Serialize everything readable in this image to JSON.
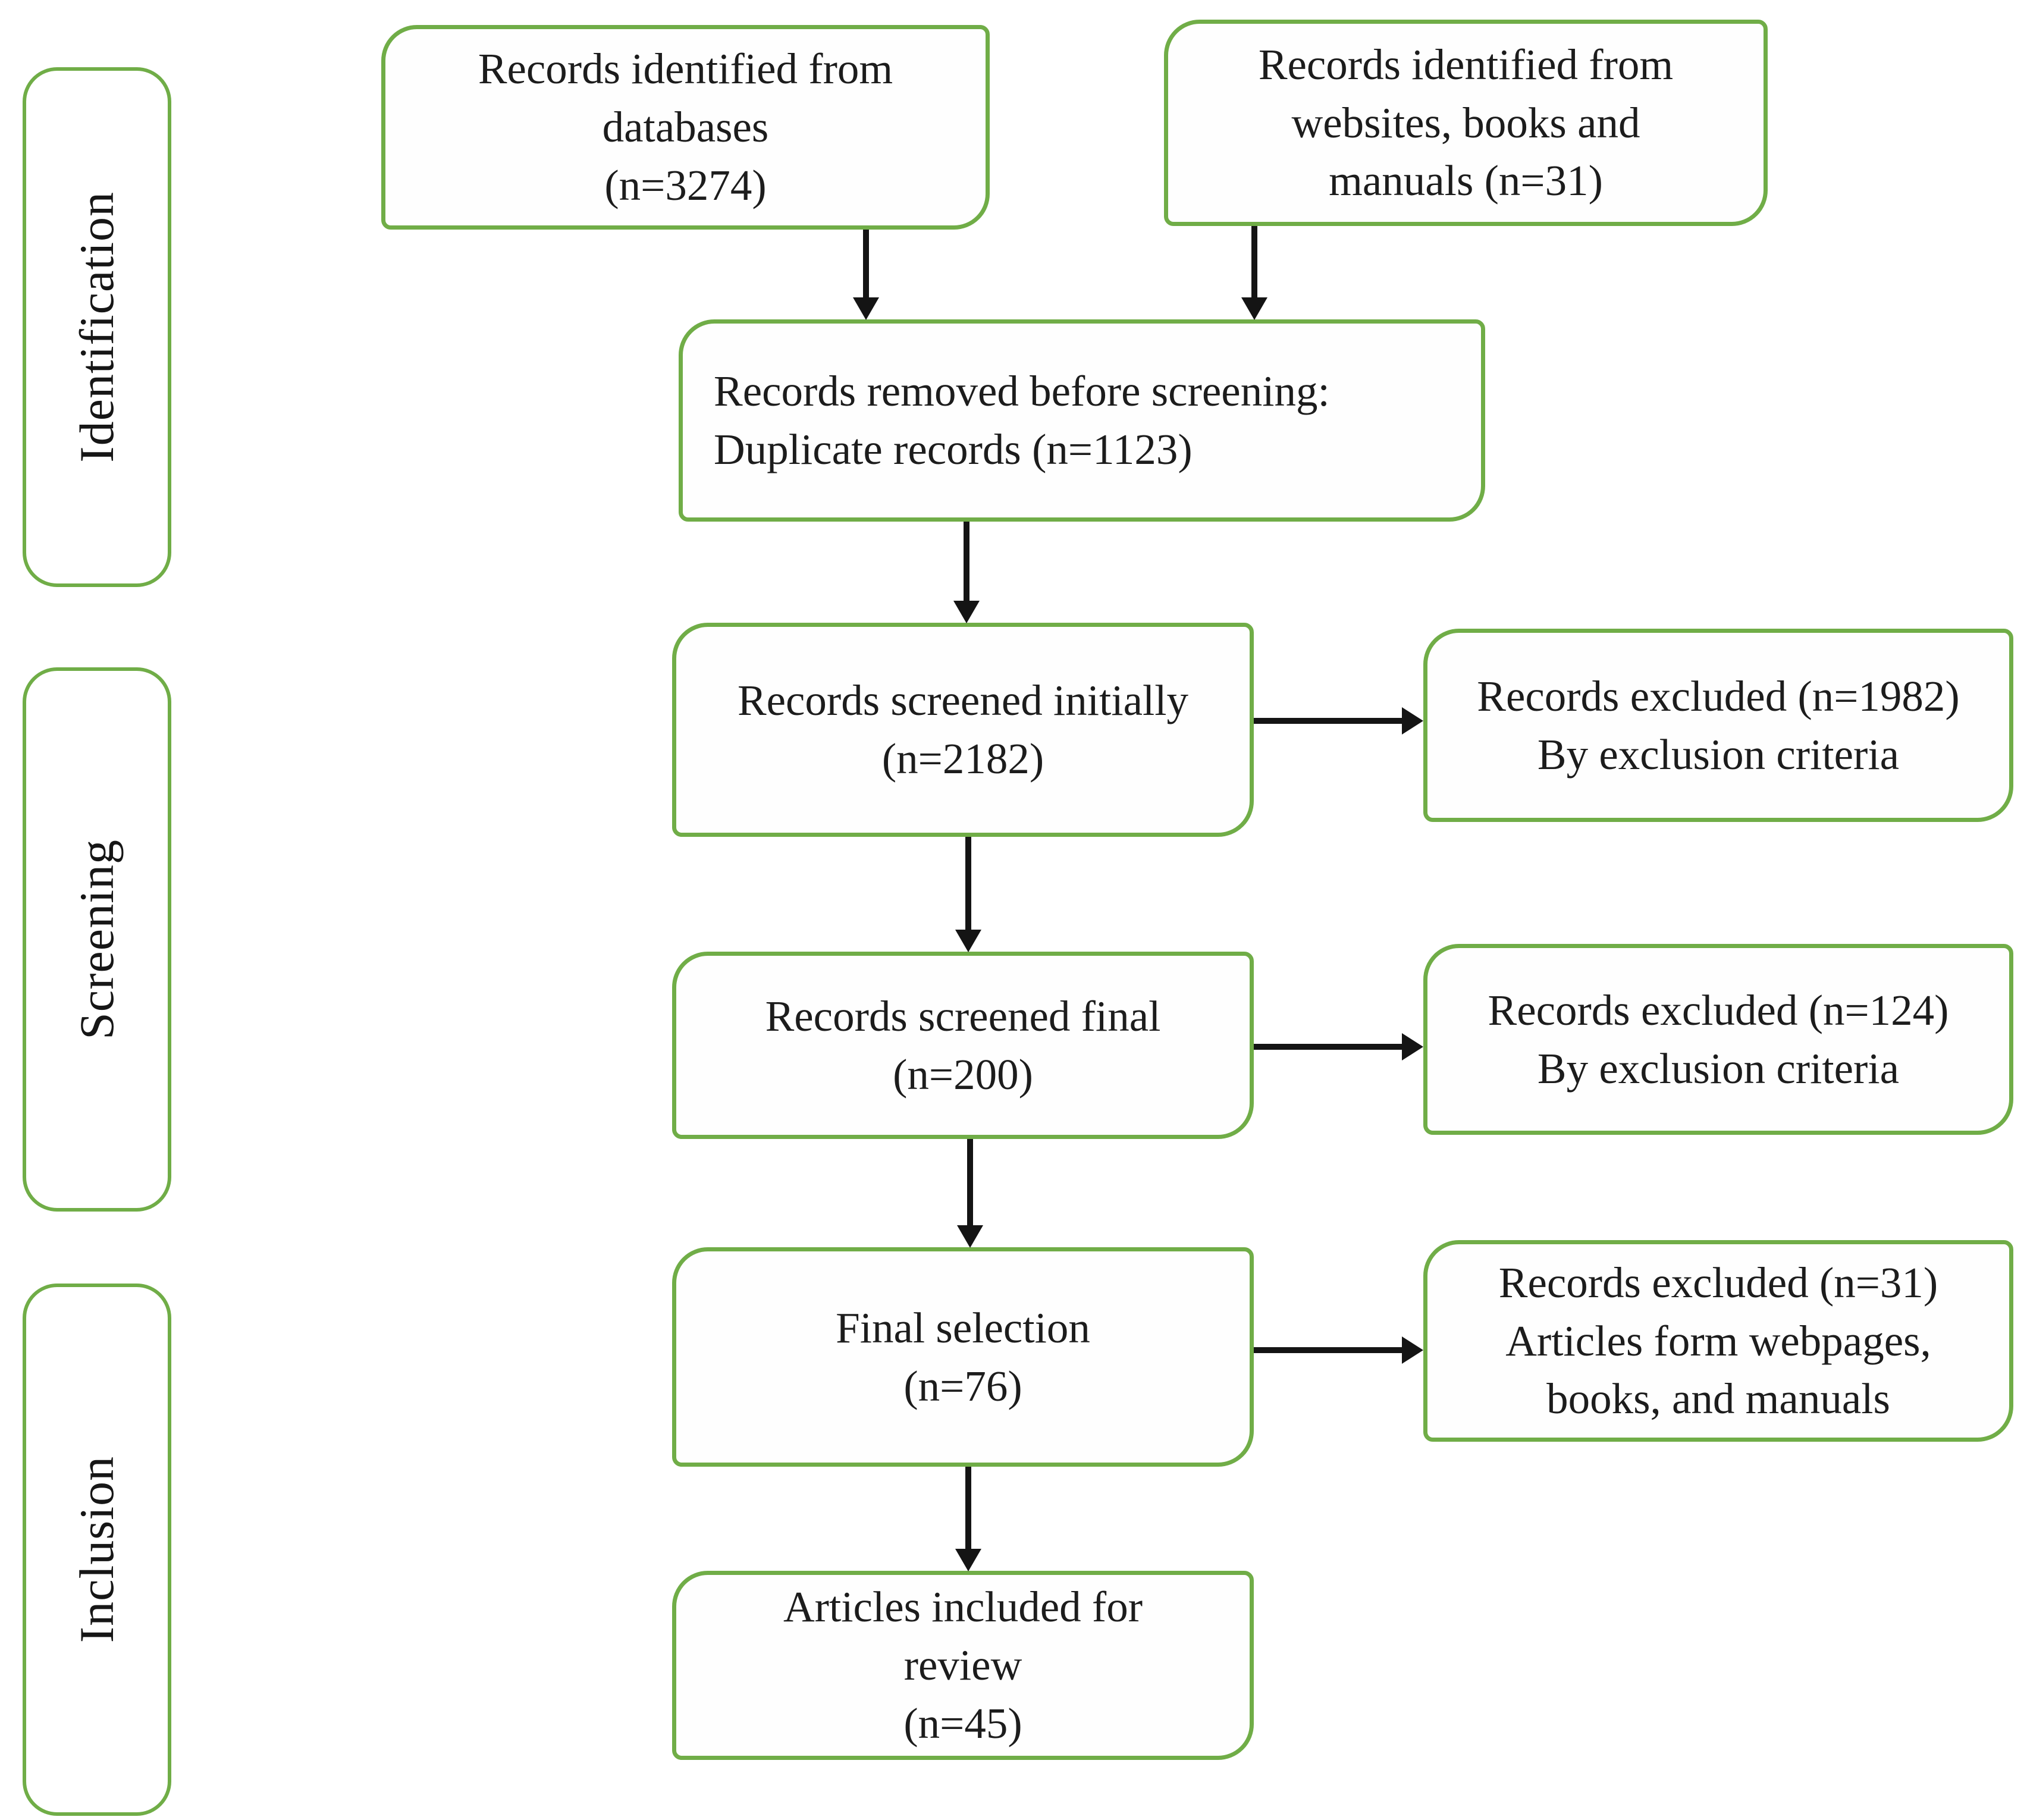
{
  "diagram_type": "prisma-flowchart",
  "colors": {
    "box_border": "#70ad47",
    "arrow": "#141414",
    "text": "#1c1c1c",
    "background": "#ffffff"
  },
  "sidebar": {
    "identification": "Identification",
    "screening": "Screening",
    "inclusion": "Inclusion"
  },
  "boxes": {
    "db": [
      "Records identified from",
      "databases",
      "(n=3274)"
    ],
    "web": [
      "Records identified from",
      "websites, books and",
      "manuals (n=31)"
    ],
    "removed": [
      "Records removed before screening:",
      "Duplicate records (n=1123)"
    ],
    "screened_initial": [
      "Records screened initially",
      "(n=2182)"
    ],
    "excluded1": [
      "Records excluded (n=1982)",
      "By exclusion criteria"
    ],
    "screened_final": [
      "Records screened final",
      "(n=200)"
    ],
    "excluded2": [
      "Records excluded (n=124)",
      "By exclusion criteria"
    ],
    "final_selection": [
      "Final selection",
      "(n=76)"
    ],
    "excluded3": [
      "Records excluded (n=31)",
      "Articles form webpages,",
      "books, and manuals"
    ],
    "included": [
      "Articles included for",
      "review",
      "(n=45)"
    ]
  }
}
